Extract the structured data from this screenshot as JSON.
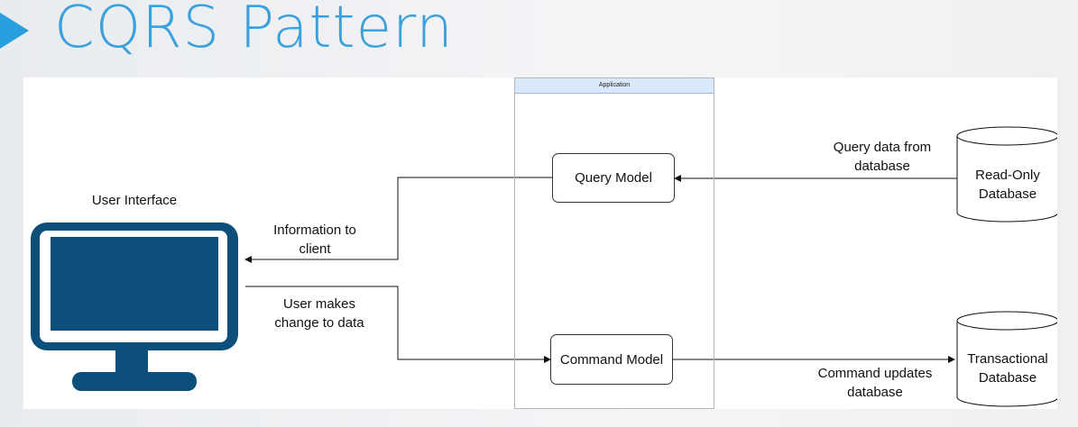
{
  "slide": {
    "title": "CQRS Pattern"
  },
  "diagram": {
    "container_title": "Application",
    "user_interface_label": "User Interface",
    "query_model": "Query Model",
    "command_model": "Command Model",
    "read_db": "Read-Only\nDatabase",
    "transactional_db": "Transactional\nDatabase",
    "edges": {
      "query_data": "Query data from\ndatabase",
      "info_to_client": "Information to\nclient",
      "user_change": "User makes\nchange to data",
      "command_updates": "Command updates\ndatabase"
    }
  },
  "colors": {
    "title": "#3aa1dd",
    "arrow": "#2a9fe0",
    "monitor": "#0b4f7a",
    "container_header": "#dae8fc"
  },
  "icons": {
    "slide_marker": "triangle-arrow-icon",
    "user_interface": "monitor-icon",
    "databases": "cylinder-icon"
  }
}
